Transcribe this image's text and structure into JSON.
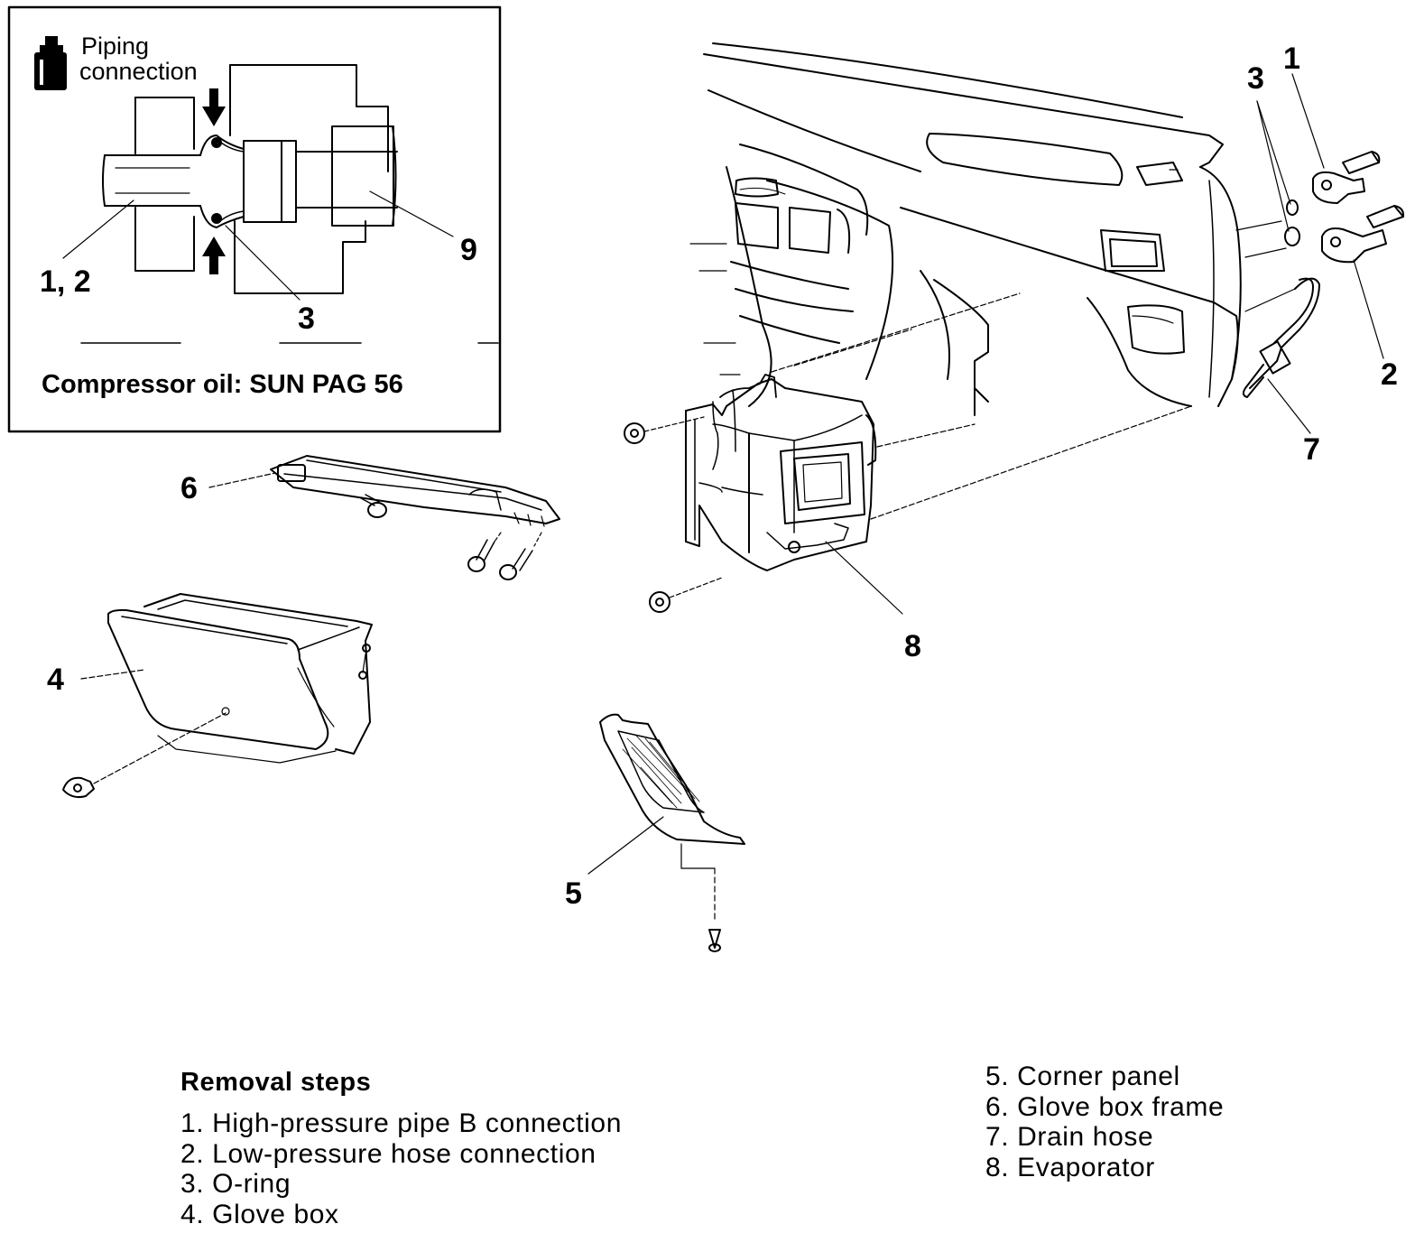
{
  "inset": {
    "legend_label_line1": "Piping",
    "legend_label_line2": "connection",
    "oil_note": "Compressor oil: SUN PAG 56",
    "callouts": {
      "pipes": "1, 2",
      "oring": "3",
      "compressor_pipe": "9"
    }
  },
  "callouts": {
    "c1": "1",
    "c2": "2",
    "c3": "3",
    "c4": "4",
    "c5": "5",
    "c6": "6",
    "c7": "7",
    "c8": "8"
  },
  "removal": {
    "title": "Removal steps",
    "steps": [
      "1. High-pressure pipe B connection",
      "2. Low-pressure hose connection",
      "3. O-ring",
      "4. Glove box",
      "5. Corner panel",
      "6. Glove box frame",
      "7. Drain hose",
      "8. Evaporator"
    ]
  },
  "colors": {
    "ink": "#000000",
    "paper": "#ffffff"
  }
}
